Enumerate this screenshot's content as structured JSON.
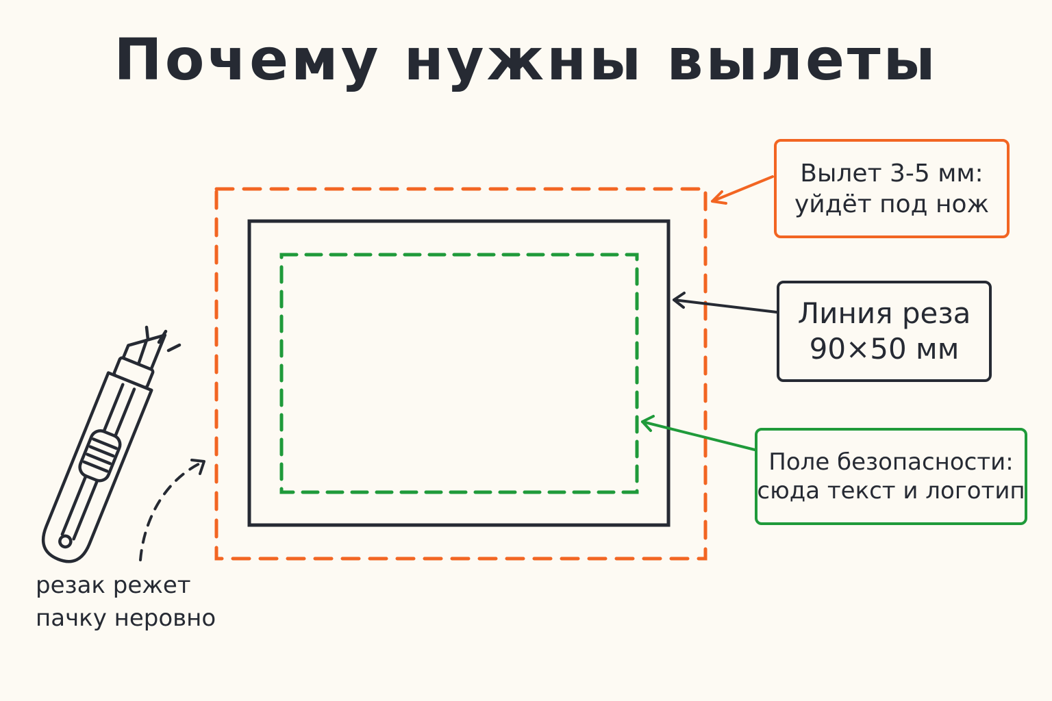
{
  "title": "Почему нужны вылеты",
  "callouts": {
    "bleed": {
      "line1": "Вылет 3-5 мм:",
      "line2": "уйдёт под нож"
    },
    "trim": {
      "line1": "Линия реза",
      "line2": "90×50 мм"
    },
    "safe": {
      "line1": "Поле безопасности:",
      "line2": "сюда текст и логотип"
    }
  },
  "cutter_note": {
    "line1": "резак режет",
    "line2": "пачку неровно"
  },
  "icons": [
    "cutter-knife-icon"
  ],
  "colors": {
    "bleed": "#f26522",
    "trim": "#262a33",
    "safe": "#1f9a3a",
    "background": "#fdfaf3"
  }
}
